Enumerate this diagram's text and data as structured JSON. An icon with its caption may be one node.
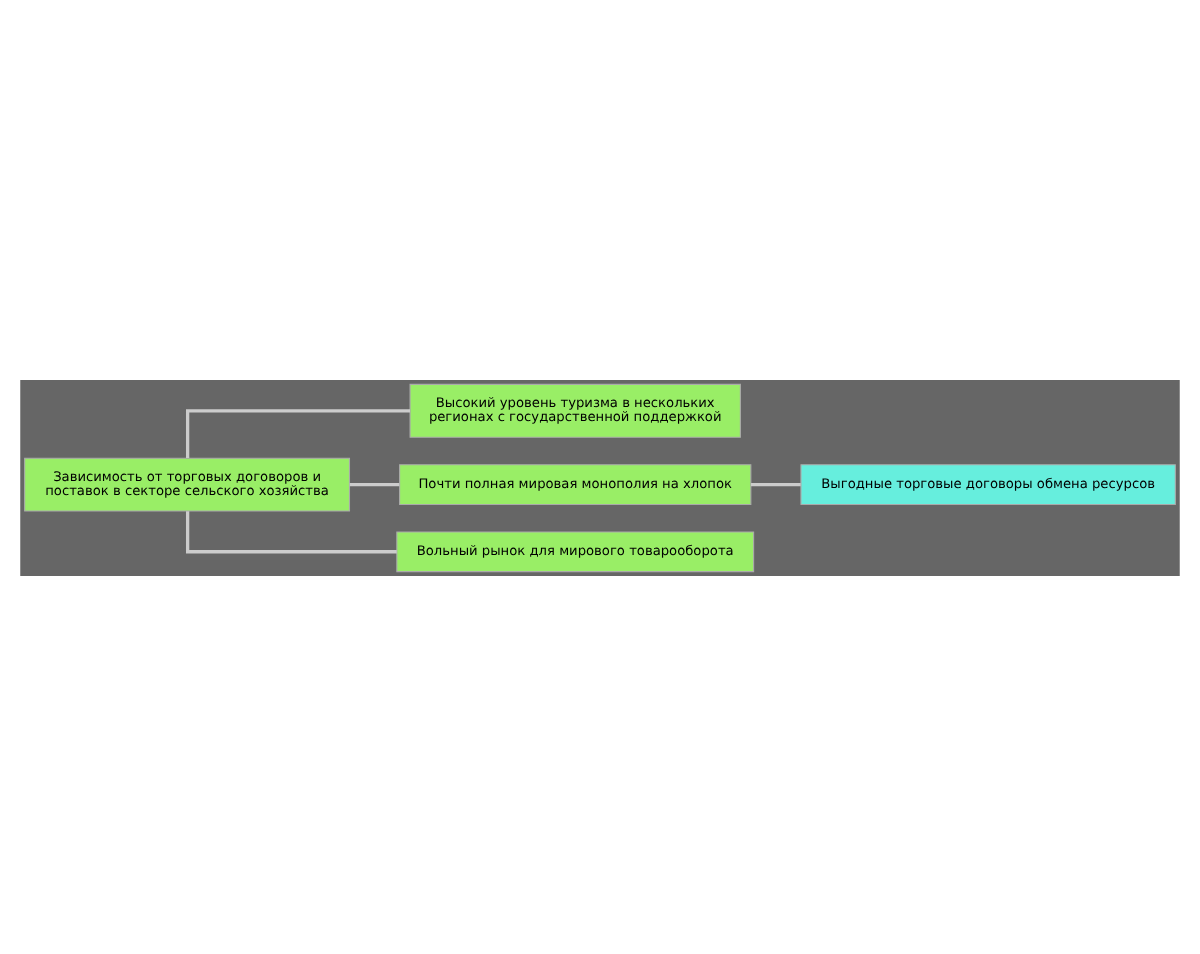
{
  "diagram": {
    "nodes": [
      {
        "text": [
          "Зависимость от торговых договоров и поставок в секторе сельского хозяйства"
        ]
      },
      {
        "text": [
          "Высокий уровень туризма в нескольких регионах с государственной поддержкой"
        ]
      },
      {
        "text": [
          "Почти полная мировая монополия на хлопок"
        ]
      },
      {
        "text": [
          "Вольный рынок для мирового товарооборота"
        ]
      },
      {
        "text": [
          "Выгодные торговые договоры обмена ресурсов"
        ]
      }
    ],
    "edges": [
      {
        "from": 0,
        "to": 1,
        "arrow": "none"
      },
      {
        "from": 0,
        "to": 2,
        "arrow": "none"
      },
      {
        "from": 0,
        "to": 3,
        "arrow": "none"
      },
      {
        "from": 2,
        "to": 4,
        "arrow": "none"
      }
    ]
  }
}
